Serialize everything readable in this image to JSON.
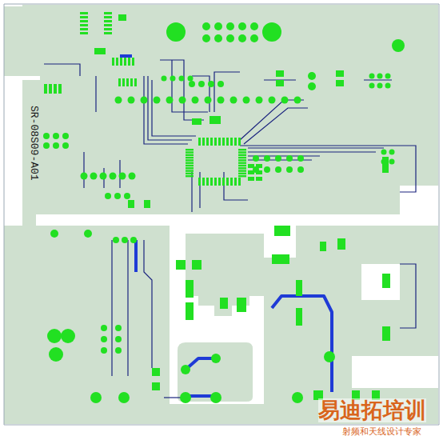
{
  "diagram": {
    "labels": [
      "SR-08S09-A01",
      "易迪拓培训",
      "射频和天线设计专家"
    ]
  }
}
